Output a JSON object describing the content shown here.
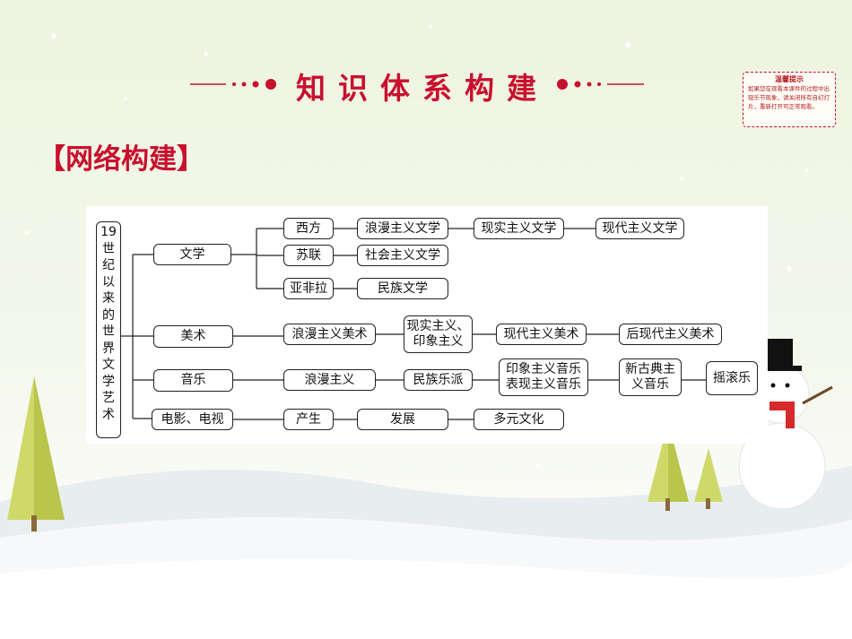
{
  "header": {
    "title": "知识体系构建"
  },
  "tip": {
    "title": "温馨提示",
    "text": "如果您在观看本课件的过程中出现乐节现象，请关闭所有自幻灯片，重新打开可正常观看。"
  },
  "section": {
    "title": "【网络构建】"
  },
  "diagram": {
    "root_chars": [
      "19",
      "世",
      "纪",
      "以",
      "来",
      "的",
      "世",
      "界",
      "文",
      "学",
      "艺",
      "术"
    ],
    "nodes": {
      "wenxue": "文学",
      "xifang": "西方",
      "sulian": "苏联",
      "yafeila": "亚非拉",
      "xf_1": "浪漫主义文学",
      "xf_2": "现实主义文学",
      "xf_3": "现代主义文学",
      "sl_1": "社会主义文学",
      "yfl_1": "民族文学",
      "meishu": "美术",
      "ms_1": "浪漫主义美术",
      "ms_2a": "现实主义、",
      "ms_2b": "印象主义",
      "ms_3": "现代主义美术",
      "ms_4": "后现代主义美术",
      "yinyue": "音乐",
      "yy_1": "浪漫主义",
      "yy_2": "民族乐派",
      "yy_3a": "印象主义音乐",
      "yy_3b": "表现主义音乐",
      "yy_4a": "新古典主",
      "yy_4b": "义音乐",
      "yy_5": "摇滚乐",
      "dianying": "电影、电视",
      "dy_1": "产生",
      "dy_2": "发展",
      "dy_3": "多元文化"
    }
  }
}
